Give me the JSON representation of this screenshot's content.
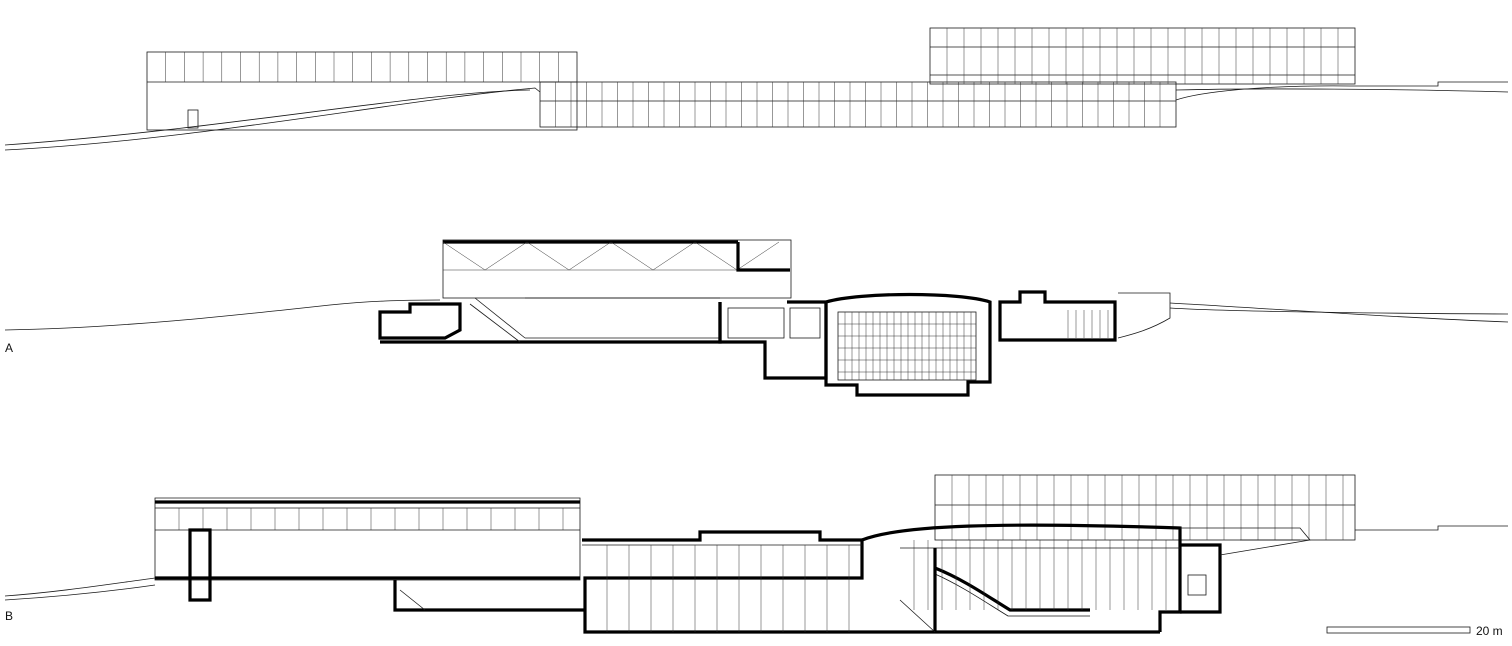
{
  "labels": {
    "section_a": "A",
    "section_b": "B",
    "scale_bar": "20 m"
  },
  "colors": {
    "line": "#1a1a1a",
    "cut": "#000000",
    "background": "#ffffff"
  }
}
